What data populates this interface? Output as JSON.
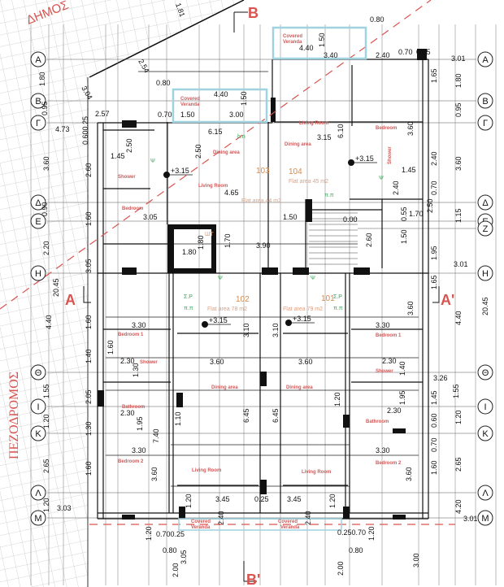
{
  "streets": {
    "top": "ΔΗΜΟΣ",
    "left": "ΠΕΖΟΔΡΟΜΟΣ"
  },
  "sections": {
    "b_top": "B",
    "b_bottom": "B'",
    "a_left": "A",
    "a_right": "A'"
  },
  "axes": [
    "Α",
    "Β",
    "Γ",
    "Δ",
    "Ε",
    "Η",
    "Θ",
    "Ι",
    "Κ",
    "Λ",
    "Μ"
  ],
  "axis_right_extra": "Ζ",
  "flats": [
    {
      "number": "103",
      "area": "Flat area 44 m2"
    },
    {
      "number": "104",
      "area": "Flat area 45 m2"
    },
    {
      "number": "102",
      "area": "Flat area 78 m2"
    },
    {
      "number": "101",
      "area": "Flat area 79 m2"
    }
  ],
  "rooms": {
    "covered_veranda": "Covered Veranda",
    "covered": "Covered",
    "veranda": "Veranda",
    "living_room": "Living Room",
    "bedroom": "Bedroom",
    "dining_area": "Dining area",
    "shower": "Shower",
    "bedroom_1": "Bedroom 1",
    "bedroom_2": "Bedroom 2",
    "bathroom": "Bathroom"
  },
  "level": "+3.15",
  "stair_level": "0.00",
  "fixtures": {
    "pp": "π.π",
    "sr": "Σ.Ρ",
    "hn": "h.n",
    "psi": "Ψ",
    "wc": "ШΤ"
  },
  "dimensions": [
    "1.80",
    "0.95",
    "4.73",
    "0.600.25",
    "3.60",
    "2.60",
    "0.90",
    "1.60",
    "2.20",
    "3.05",
    "20.45",
    "4.40",
    "1.60",
    "1.40",
    "1.55",
    "2.05",
    "1.20",
    "1.30",
    "2.65",
    "1.60",
    "1.20",
    "3.03",
    "2.54",
    "3.04",
    "1.81",
    "0.80",
    "4.40",
    "1.50",
    "3.40",
    "2.40",
    "0.70",
    "0.25",
    "3.01",
    "0.80",
    "4.40",
    "1.50",
    "0.70",
    "1.50",
    "3.00",
    "2.57",
    "6.15",
    "2.50",
    "2.50",
    "1.45",
    "4.65",
    "3.05",
    "1.80",
    "1.80",
    "1.70",
    "3.90",
    "1.50",
    "3.15",
    "6.10",
    "1.45",
    "2.40",
    "2.60",
    "0.55",
    "1.70",
    "1.50",
    "3.60",
    "1.65",
    "1.80",
    "0.95",
    "2.40",
    "3.60",
    "0.70",
    "2.50",
    "1.15",
    "1.95",
    "3.01",
    "1.65",
    "20.45",
    "4.40",
    "3.60",
    "3.30",
    "3.10",
    "3.10",
    "3.30",
    "3.60",
    "3.60",
    "2.30",
    "1.30",
    "1.60",
    "2.30",
    "2.30",
    "1.40",
    "2.30",
    "1.95",
    "1.20",
    "6.45",
    "6.45",
    "1.10",
    "1.95",
    "7.40",
    "3.26",
    "1.55",
    "1.45",
    "1.20",
    "0.60",
    "0.70",
    "3.30",
    "3.30",
    "3.60",
    "3.60",
    "1.60",
    "2.65",
    "4.20",
    "3.01",
    "3.45",
    "0.25",
    "3.45",
    "1.20",
    "1.20",
    "2.40",
    "2.40",
    "1.20",
    "1.20",
    "0.700.25",
    "0.250.70",
    "0.80",
    "3.05",
    "0.80",
    "2.00",
    "2.00",
    "3.00"
  ],
  "colors": {
    "wall": "#111111",
    "accent": "#d9534f",
    "veranda": "#9fd3e0",
    "grid": "#c8c8c8",
    "furniture": "#e8d9c0"
  }
}
